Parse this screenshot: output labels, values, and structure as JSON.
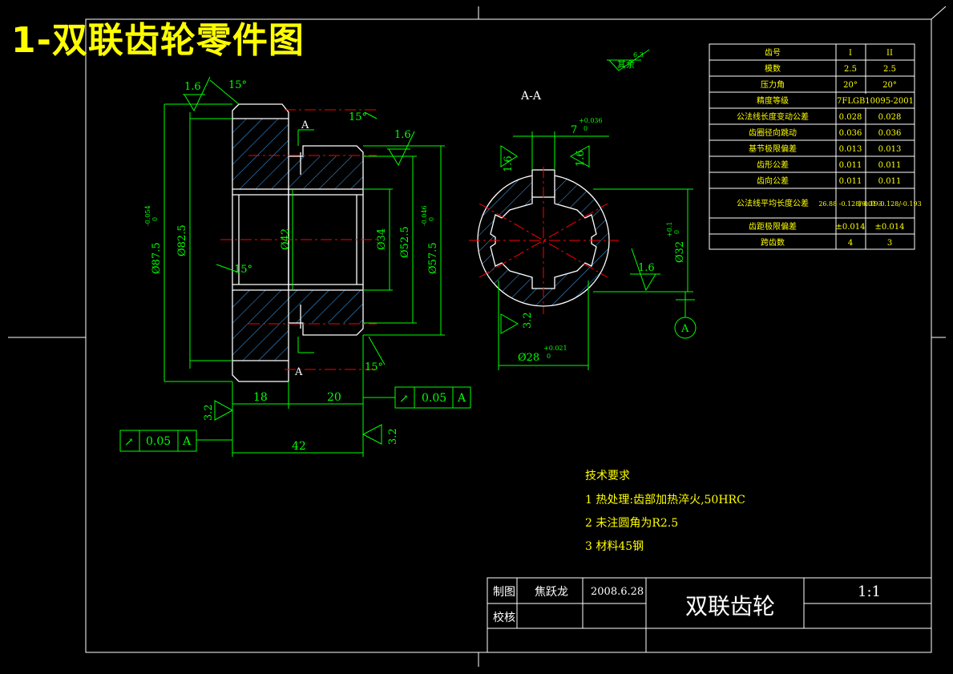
{
  "title": "1-双联齿轮零件图",
  "colors": {
    "background": "#000000",
    "outline": "#ffffff",
    "dimension": "#00ff00",
    "centerline": "#ff0000",
    "hatch": "#00aaff",
    "title": "#ffff00"
  },
  "view_labels": {
    "section": "A-A",
    "cut_a_top": "A",
    "cut_a_bottom": "A",
    "datum": "A"
  },
  "surface_finish": {
    "other_label": "其余",
    "other_value": "6.3",
    "r1": "1.6",
    "r2": "1.6",
    "r3": "3.2",
    "r4": "3.2",
    "r5": "1.6",
    "r6": "1.6",
    "r7": "1.6",
    "r8": "3.2"
  },
  "dimensions": {
    "d87_5": "Ø87.5",
    "d87_5_tol": "-0.054",
    "d87_5_tol0": "0",
    "d82_5": "Ø82.5",
    "d42": "Ø42",
    "d34": "Ø34",
    "d52_5": "Ø52.5",
    "d57_5": "Ø57.5",
    "d57_5_tol": "-0.046",
    "d57_5_tol0": "0",
    "angle1": "15°",
    "angle2": "15°",
    "angle3": "15°",
    "angle4": "15°",
    "len18": "18",
    "len20": "20",
    "len42": "42",
    "key7": "7",
    "key7_tol": "+0.036",
    "key7_tol0": "0",
    "d28": "Ø28",
    "d28_tol": "+0.021",
    "d28_tol0": "0",
    "d32": "Ø32",
    "d32_tol": "+0.1",
    "d32_tol0": "0"
  },
  "gdt": [
    {
      "symbol": "↗",
      "value": "0.05",
      "datum": "A"
    },
    {
      "symbol": "↗",
      "value": "0.05",
      "datum": "A"
    }
  ],
  "gear_table": {
    "headers": [
      "齿号",
      "I",
      "II"
    ],
    "rows": [
      [
        "模数",
        "2.5",
        "2.5"
      ],
      [
        "压力角",
        "20°",
        "20°"
      ],
      [
        "精度等级",
        "7FLGB10095-2001",
        ""
      ],
      [
        "公法线长度变动公差",
        "0.028",
        "0.028"
      ],
      [
        "齿圈径向跳动",
        "0.036",
        "0.036"
      ],
      [
        "基节极限偏差",
        "0.013",
        "0.013"
      ],
      [
        "齿形公差",
        "0.011",
        "0.011"
      ],
      [
        "齿向公差",
        "0.011",
        "0.011"
      ],
      [
        "公法线平均长度公差",
        "26.88 -0.128/-0.193",
        "19.01 -0.128/-0.193"
      ],
      [
        "齿距极限偏差",
        "±0.014",
        "±0.014"
      ],
      [
        "跨齿数",
        "4",
        "3"
      ]
    ]
  },
  "tech_requirements": {
    "heading": "技术要求",
    "items": [
      "1 热处理:齿部加热淬火,50HRC",
      "2 未注圆角为R2.5",
      "3 材料45钢"
    ]
  },
  "title_block": {
    "drawn_label": "制图",
    "drawn_name": "焦跃龙",
    "date": "2008.6.28",
    "check_label": "校核",
    "part_name": "双联齿轮",
    "scale": "1:1"
  }
}
